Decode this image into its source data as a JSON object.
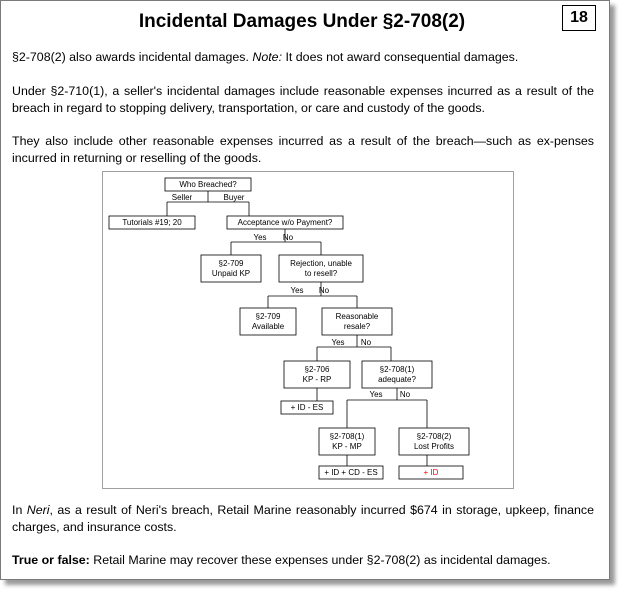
{
  "slide": {
    "title": "Incidental Damages Under §2-708(2)",
    "number": "18"
  },
  "paragraphs": {
    "p1_a": "§2-708(2) also awards incidental damages. ",
    "p1_note": "Note:",
    "p1_b": " It does not award consequential damages.",
    "p2": "Under §2-710(1), a seller's incidental damages include reasonable expenses incurred as a result of the breach in regard to stopping delivery, transportation, or care and custody of the goods.",
    "p3": "They also include other reasonable expenses incurred as a result of the breach—such as ex-penses incurred in returning or reselling of the goods.",
    "p4_a": "In ",
    "p4_case": "Neri",
    "p4_b": ", as a result of Neri's breach, Retail Marine reasonably incurred $674 in storage, upkeep, finance charges, and insurance costs.",
    "p5_bold": "True or false:",
    "p5_rest": " Retail Marine may recover these expenses under §2-708(2) as incidental damages."
  },
  "flowchart": {
    "accent_color": "#ff0000",
    "who_breached": "Who Breached?",
    "seller": "Seller",
    "buyer": "Buyer",
    "tutorials": "Tutorials #19; 20",
    "acceptance": "Acceptance w/o Payment?",
    "yes": "Yes",
    "no": "No",
    "unpaid_kp_1": "§2-709",
    "unpaid_kp_2": "Unpaid KP",
    "rejection_1": "Rejection, unable",
    "rejection_2": "to resell?",
    "available_1": "§2-709",
    "available_2": "Available",
    "reasonable_1": "Reasonable",
    "reasonable_2": "resale?",
    "kp_rp_1": "§2-706",
    "kp_rp_2": "KP - RP",
    "adequate_1": "§2-708(1)",
    "adequate_2": "adequate?",
    "id_es": "+ ID - ES",
    "kp_mp_1": "§2-708(1)",
    "kp_mp_2": "KP - MP",
    "lost_profits_1": "§2-708(2)",
    "lost_profits_2": "Lost Profits",
    "id_cd_es": "+ ID + CD - ES",
    "plus_id": "+ ID"
  }
}
